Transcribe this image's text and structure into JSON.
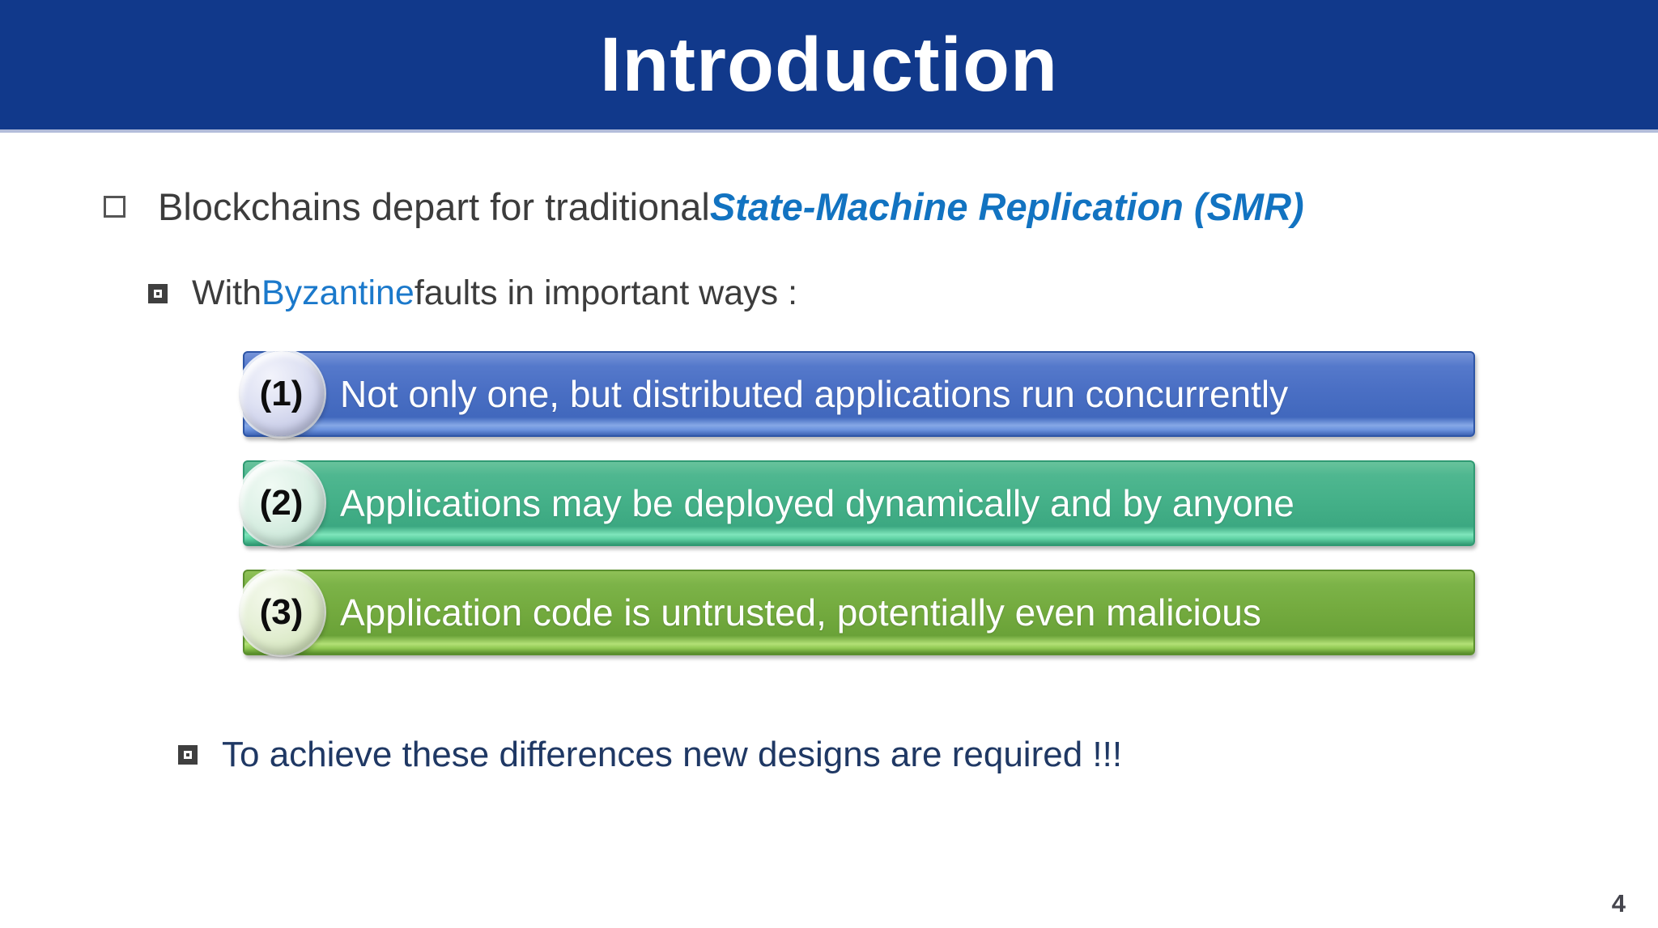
{
  "slide": {
    "header": {
      "title": "Introduction",
      "background_color": "#11398b",
      "title_color": "#ffffff"
    },
    "bullet_main": {
      "text": "Blockchains depart for traditional ",
      "highlight": "State-Machine Replication (SMR)",
      "highlight_color": "#1273c1"
    },
    "bullet_with": {
      "pre": "With ",
      "highlight": "Byzantine",
      "post": " faults in important ways :",
      "highlight_color": "#1b79cb"
    },
    "banners": [
      {
        "badge": "(1)",
        "label": "Not only one, but distributed applications run concurrently",
        "color": "#4a6fc4"
      },
      {
        "badge": "(2)",
        "label": "Applications may be deployed dynamically and by anyone",
        "color": "#45b189"
      },
      {
        "badge": "(3)",
        "label": "Application code is untrusted, potentially even malicious",
        "color": "#74ab3f"
      }
    ],
    "bullet_conclusion": {
      "text": "To achieve these differences new designs are required !!!",
      "color": "#1f3864"
    },
    "page_number": "4"
  }
}
